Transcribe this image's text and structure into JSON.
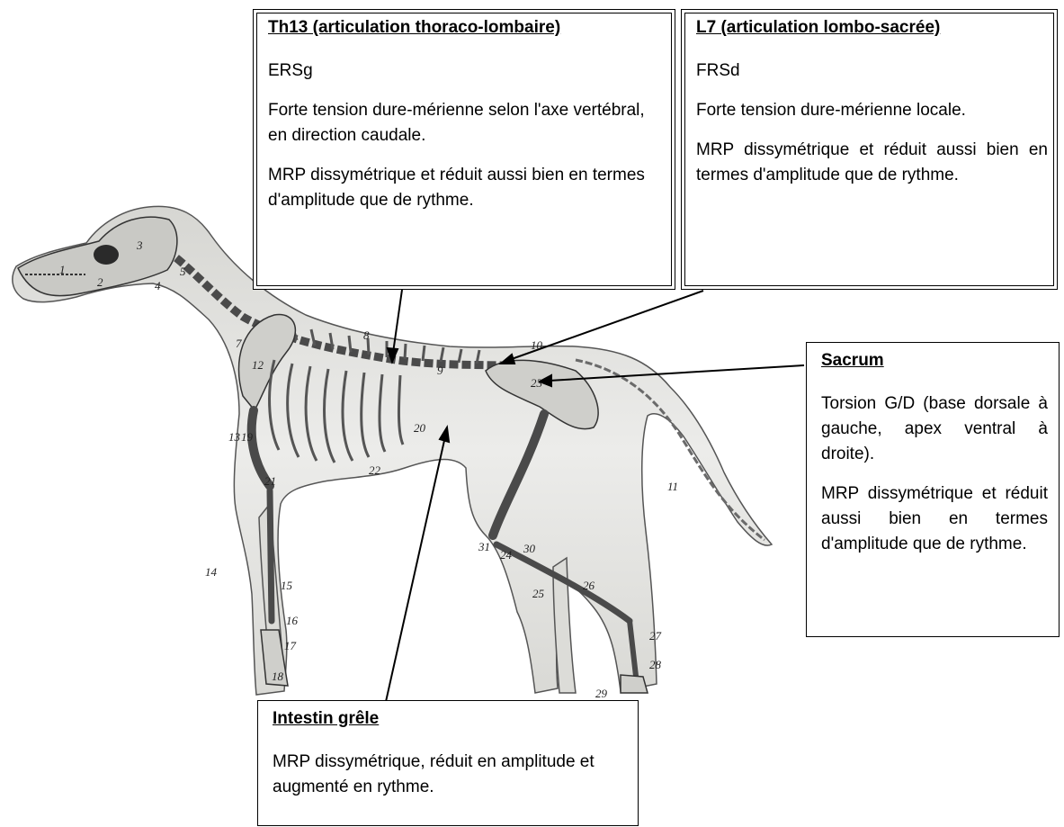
{
  "figure": {
    "numbers": [
      "1",
      "2",
      "3",
      "4",
      "5",
      "7",
      "8",
      "9",
      "10",
      "11",
      "12",
      "13",
      "14",
      "15",
      "16",
      "17",
      "18",
      "19",
      "20",
      "21",
      "22",
      "23",
      "24",
      "25",
      "26",
      "27",
      "28",
      "29",
      "30",
      "31"
    ]
  },
  "boxes": {
    "th13": {
      "title": "Th13 (articulation thoraco-lombaire)",
      "lines": [
        "ERSg",
        "Forte tension dure-mérienne selon l'axe vertébral, en direction caudale.",
        "MRP dissymétrique et réduit aussi bien en termes d'amplitude que de rythme."
      ]
    },
    "l7": {
      "title": "L7 (articulation lombo-sacrée)",
      "lines": [
        "FRSd",
        "Forte tension dure-mérienne locale.",
        "MRP dissymétrique et réduit aussi bien en termes d'amplitude que de rythme."
      ]
    },
    "sacrum": {
      "title": "Sacrum",
      "lines": [
        "Torsion G/D (base dorsale à gauche, apex ventral à droite).",
        "MRP dissymétrique et réduit aussi bien en termes d'amplitude que de rythme."
      ]
    },
    "intestin": {
      "title": "Intestin grêle",
      "lines": [
        "MRP dissymétrique, réduit en amplitude et augmenté en rythme."
      ]
    }
  },
  "colors": {
    "body": "#e9e9e6",
    "bone": "#cfcfcb",
    "outline": "#3a3a3a",
    "dark": "#2a2a2a"
  }
}
